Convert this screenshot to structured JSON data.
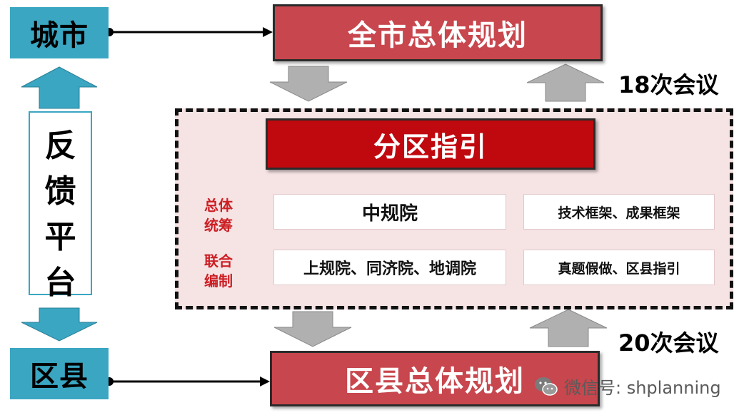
{
  "left": {
    "city_label": "城市",
    "feedback_chars": [
      "反",
      "馈",
      "平",
      "台"
    ],
    "district_label": "区县"
  },
  "top_box": {
    "label": "全市总体规划"
  },
  "guide_box": {
    "label": "分区指引"
  },
  "bottom_box": {
    "label": "区县总体规划"
  },
  "roles": [
    {
      "lines": [
        "总体",
        "统筹"
      ]
    },
    {
      "lines": [
        "联合",
        "编制"
      ]
    }
  ],
  "table": {
    "row1": {
      "org": "中规院",
      "content": "技术框架、成果框架"
    },
    "row2": {
      "org": "上规院、同济院、地调院",
      "content": "真题假做、区县指引"
    }
  },
  "meetings": {
    "top": "18次会议",
    "bottom": "20次会议"
  },
  "watermark": {
    "text": "微信号: shplanning"
  },
  "colors": {
    "teal": "#3aa6c2",
    "red": "#c8464d",
    "dark_red": "#c0080f",
    "pink_region": "#f6e3e4",
    "arrow_gray": "#b0b0b0",
    "role_red": "#cc1f24"
  }
}
